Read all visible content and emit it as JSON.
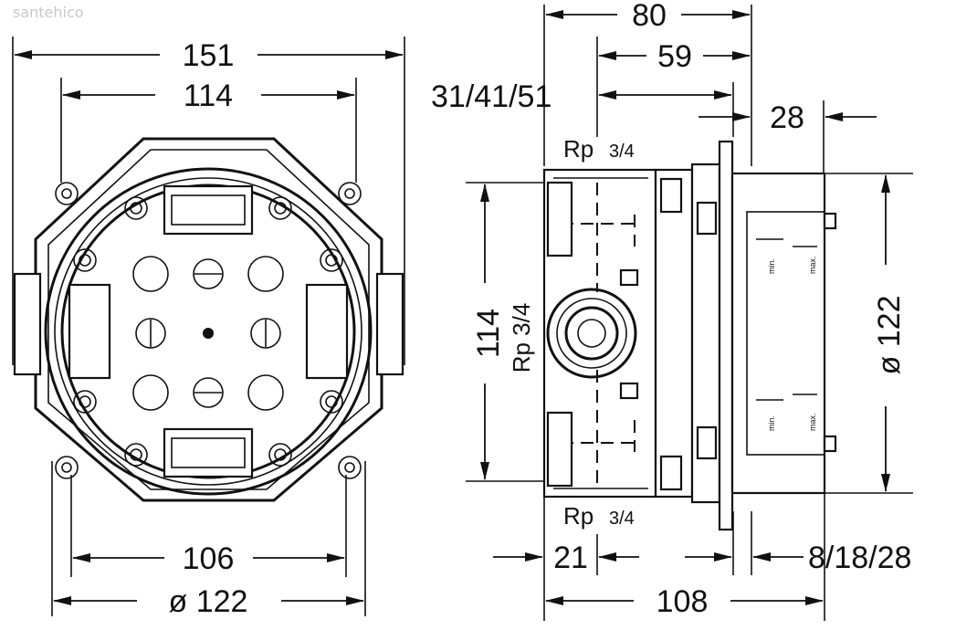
{
  "watermark": "santehico",
  "front_view": {
    "overall_width": "151",
    "mount_width": "114",
    "bottom_width": "106",
    "diameter": "ø 122"
  },
  "side_view": {
    "overall_depth_top": "80",
    "depth_59": "59",
    "adjust_range": "31/41/51",
    "plate_28": "28",
    "thread_top": "Rp",
    "thread_top_size": "3/4",
    "thread_mid": "Rp 3/4",
    "height_114": "114",
    "diameter_122": "ø 122",
    "thread_bottom": "Rp",
    "thread_bottom_size": "3/4",
    "depth_21": "21",
    "plate_range": "8/18/28",
    "overall_depth_bottom": "108",
    "min_label_top": "min.",
    "max_label_top": "max.",
    "min_label_bottom": "min.",
    "max_label_bottom": "max."
  }
}
